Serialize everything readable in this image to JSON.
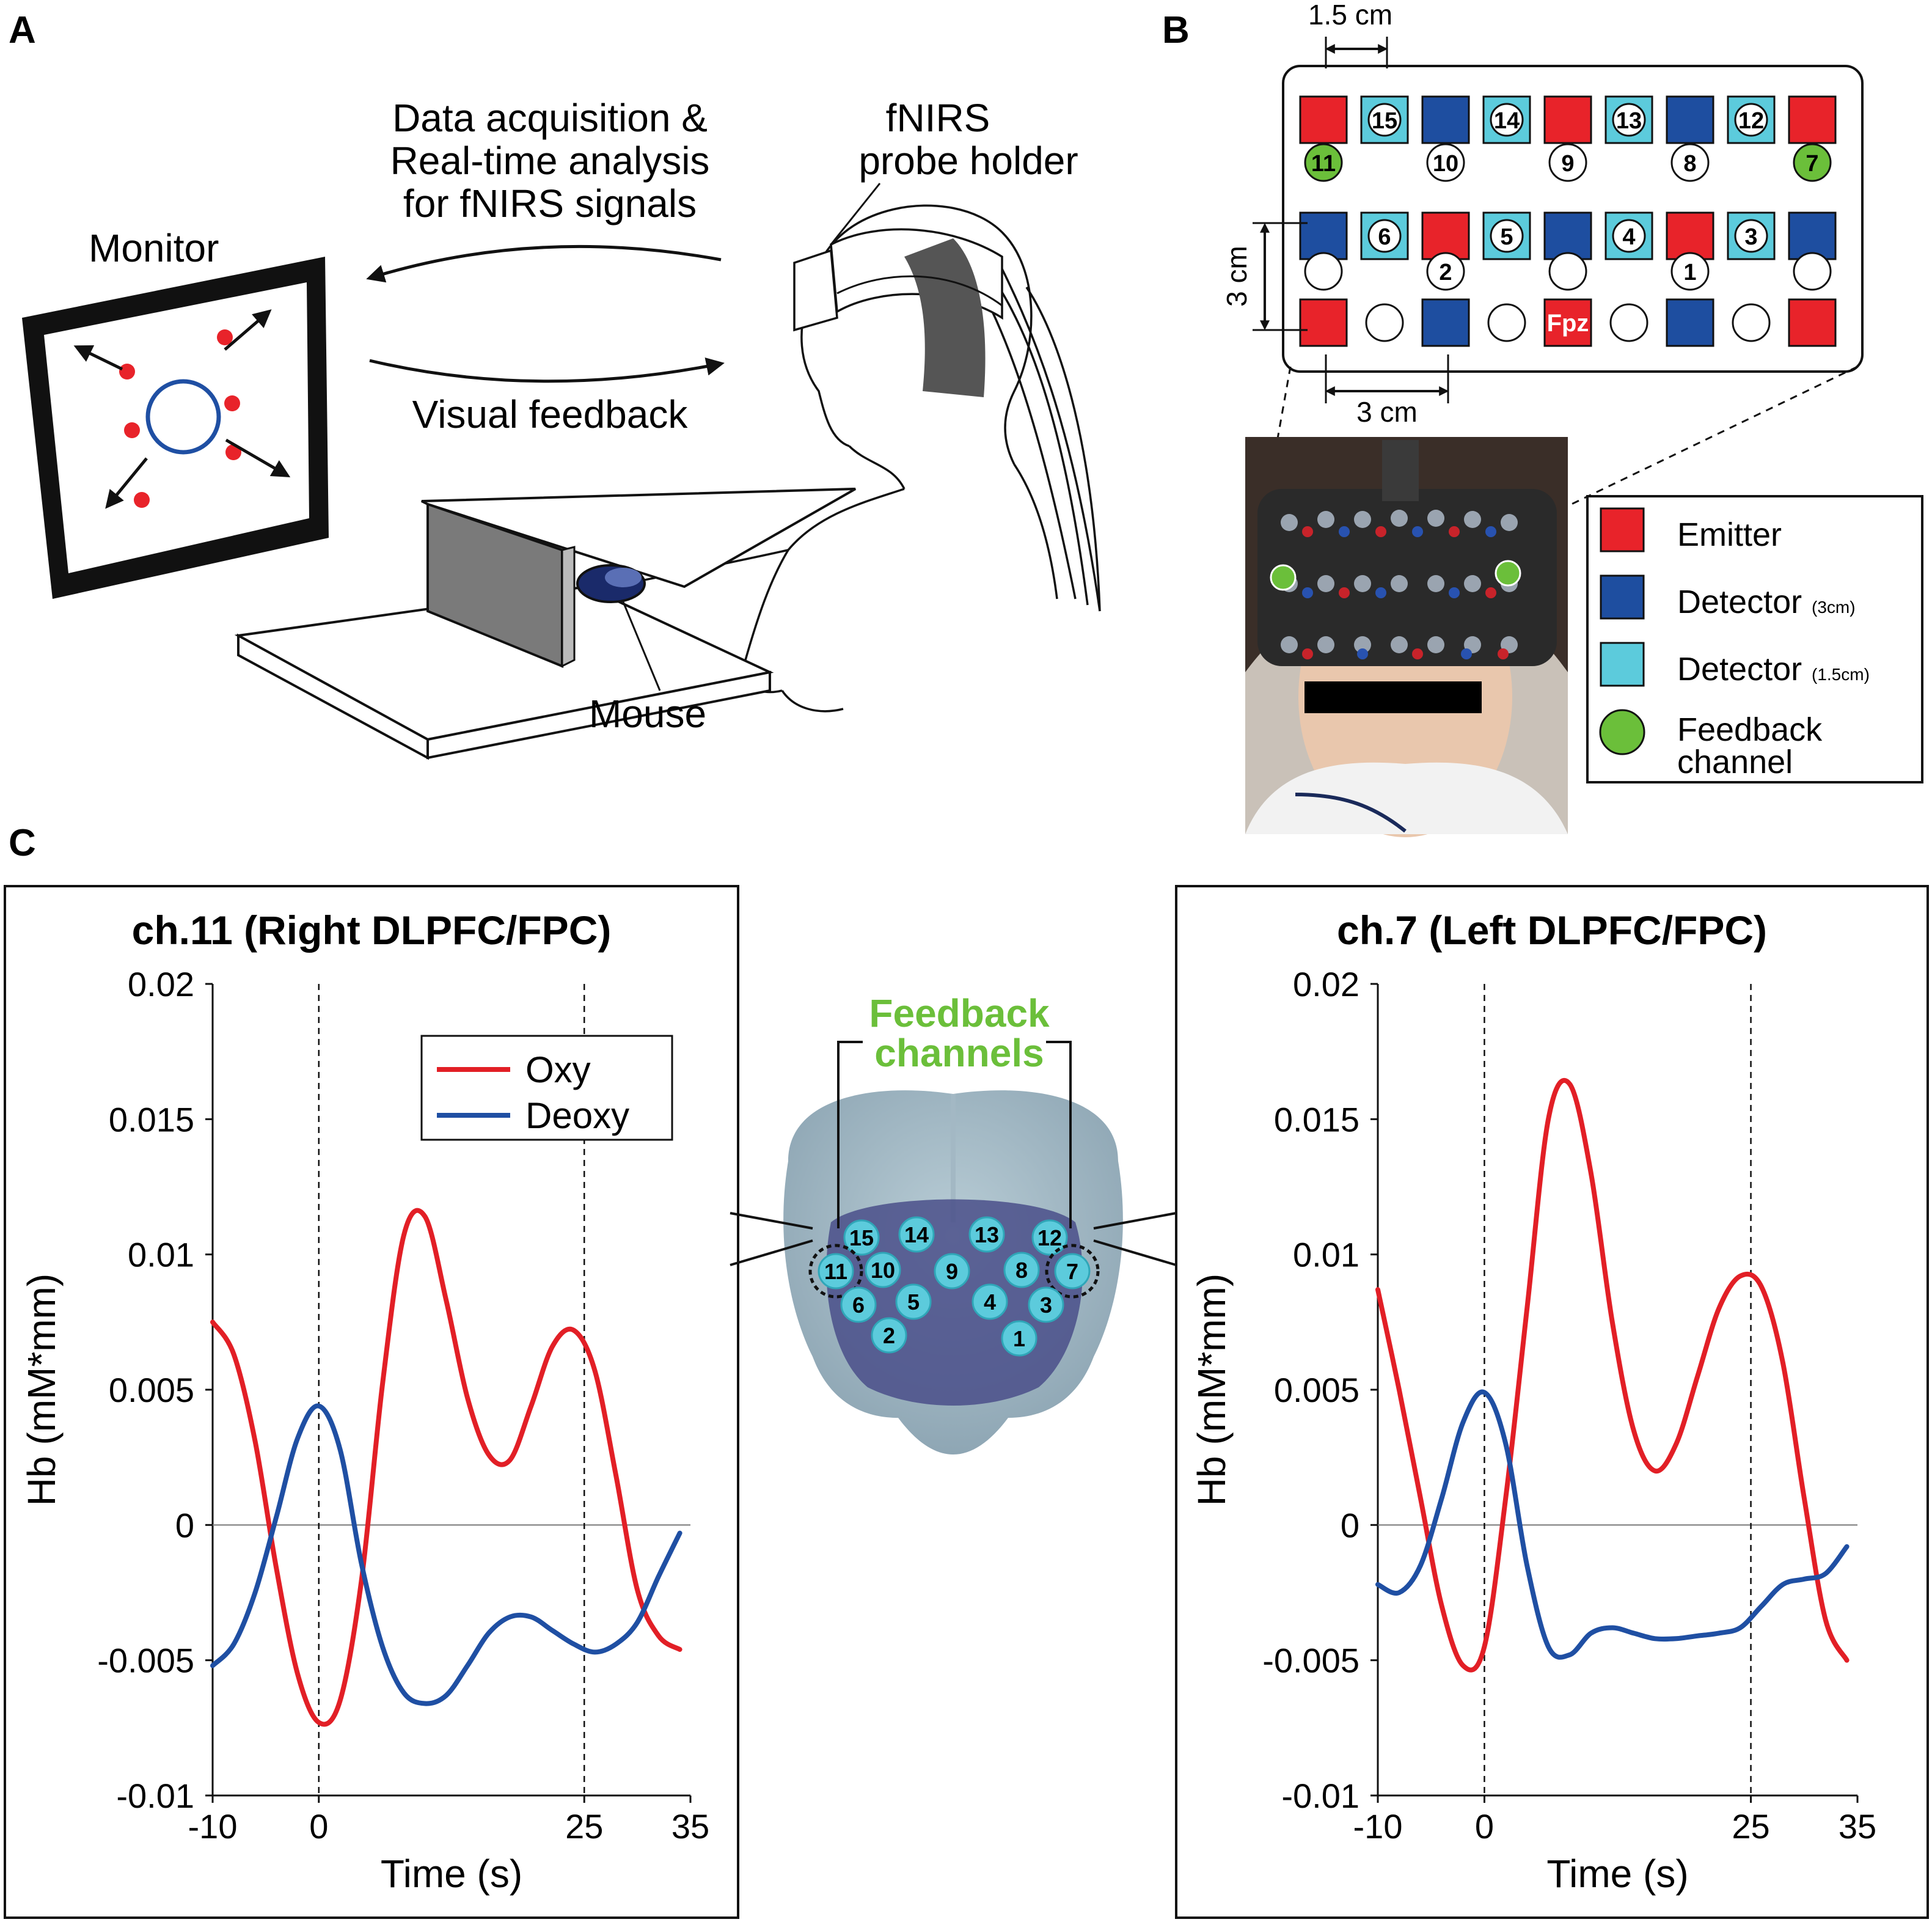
{
  "panels": {
    "a": "A",
    "b": "B",
    "c": "C"
  },
  "panel_a": {
    "monitor_label": "Monitor",
    "data_label_1": "Data acquisition &",
    "data_label_2": "Real-time analysis",
    "data_label_3": "for fNIRS signals",
    "probe_label_1": "fNIRS",
    "probe_label_2": "probe holder",
    "feedback_label": "Visual feedback",
    "mouse_label": "Mouse"
  },
  "panel_b": {
    "dim_top": "1.5 cm",
    "dim_side": "3 cm",
    "dim_bottom": "3 cm",
    "fpz_label": "Fpz",
    "grid_rows": [
      [
        "E",
        "S15",
        "D",
        "S14",
        "E",
        "S13",
        "D",
        "S12",
        "E"
      ],
      [
        "D",
        "S6",
        "E",
        "S5",
        "D",
        "S4",
        "E",
        "S3",
        "D"
      ],
      [
        "E",
        "",
        "D",
        "",
        "Fpz",
        "",
        "D",
        "",
        "E"
      ]
    ],
    "channel_row_1": [
      "11",
      "10",
      "9",
      "8",
      "7"
    ],
    "channel_row_2": [
      "",
      "2",
      "",
      "1",
      ""
    ],
    "feedback_channels": [
      "11",
      "7"
    ],
    "legend": [
      {
        "label": "Emitter",
        "sub": "",
        "color": "#e8232a"
      },
      {
        "label": "Detector",
        "sub": "(3cm)",
        "color": "#1e4ea0"
      },
      {
        "label": "Detector",
        "sub": "(1.5cm)",
        "color": "#5ccbdc"
      },
      {
        "label": "Feedback",
        "label2": "channel",
        "sub": "",
        "color": "#6bbf3a"
      }
    ]
  },
  "panel_c": {
    "brain_title_1": "Feedback",
    "brain_title_2": "channels",
    "brain_channels": [
      "15",
      "14",
      "13",
      "12",
      "11",
      "10",
      "9",
      "8",
      "7",
      "6",
      "5",
      "4",
      "3",
      "2",
      "1"
    ]
  },
  "chart_data": [
    {
      "type": "line",
      "title": "ch.11 (Right DLPFC/FPC)",
      "xlabel": "Time (s)",
      "ylabel": "Hb (mM*mm)",
      "xlim": [
        -10,
        35
      ],
      "ylim": [
        -0.01,
        0.02
      ],
      "xticks": [
        -10,
        0,
        25,
        35
      ],
      "yticks": [
        0.02,
        0.015,
        0.01,
        0.005,
        0,
        -0.005,
        -0.01
      ],
      "ytick_labels": [
        "0.02",
        "0.015",
        "0.01",
        "0.005",
        "0",
        "-0.005",
        "-0.01"
      ],
      "vlines": [
        0,
        25
      ],
      "legend_position": "top-right",
      "series": [
        {
          "name": "Oxy",
          "color": "#e21f26",
          "x": [
            -10,
            -8,
            -6,
            -4,
            -2,
            0,
            2,
            4,
            6,
            8,
            10,
            12,
            14,
            16,
            18,
            20,
            22,
            24,
            26,
            28,
            30,
            32,
            34
          ],
          "y": [
            0.0075,
            0.0063,
            0.0031,
            -0.0016,
            -0.0055,
            -0.0073,
            -0.0065,
            -0.0021,
            0.0052,
            0.0107,
            0.0114,
            0.0083,
            0.0047,
            0.0026,
            0.0024,
            0.0044,
            0.0066,
            0.0072,
            0.0057,
            0.0018,
            -0.0024,
            -0.0041,
            -0.0046
          ]
        },
        {
          "name": "Deoxy",
          "color": "#1f4fa3",
          "x": [
            -10,
            -8,
            -6,
            -4,
            -2,
            0,
            2,
            4,
            6,
            8,
            10,
            12,
            14,
            16,
            18,
            20,
            22,
            24,
            26,
            28,
            30,
            32,
            34
          ],
          "y": [
            -0.0052,
            -0.0044,
            -0.0025,
            0.0003,
            0.0032,
            0.0044,
            0.0028,
            -0.0014,
            -0.0045,
            -0.0062,
            -0.0066,
            -0.0063,
            -0.0052,
            -0.004,
            -0.0034,
            -0.0034,
            -0.0039,
            -0.0044,
            -0.0047,
            -0.0044,
            -0.0036,
            -0.0019,
            -0.0003
          ]
        }
      ]
    },
    {
      "type": "line",
      "title": "ch.7 (Left DLPFC/FPC)",
      "xlabel": "Time (s)",
      "ylabel": "Hb (mM*mm)",
      "xlim": [
        -10,
        35
      ],
      "ylim": [
        -0.01,
        0.02
      ],
      "xticks": [
        -10,
        0,
        25,
        35
      ],
      "yticks": [
        0.02,
        0.015,
        0.01,
        0.005,
        0,
        -0.005,
        -0.01
      ],
      "ytick_labels": [
        "0.02",
        "0.015",
        "0.01",
        "0.005",
        "0",
        "-0.005",
        "-0.01"
      ],
      "vlines": [
        0,
        25
      ],
      "series": [
        {
          "name": "Oxy",
          "color": "#e21f26",
          "x": [
            -10,
            -8,
            -6,
            -4,
            -2,
            0,
            2,
            4,
            6,
            8,
            10,
            12,
            14,
            16,
            18,
            20,
            22,
            24,
            26,
            28,
            30,
            32,
            34
          ],
          "y": [
            0.0087,
            0.005,
            0.001,
            -0.003,
            -0.0052,
            -0.0045,
            0.001,
            0.008,
            0.015,
            0.0163,
            0.013,
            0.0075,
            0.0035,
            0.002,
            0.003,
            0.0055,
            0.008,
            0.0092,
            0.0088,
            0.006,
            0.001,
            -0.0035,
            -0.005
          ]
        },
        {
          "name": "Deoxy",
          "color": "#1f4fa3",
          "x": [
            -10,
            -8,
            -6,
            -4,
            -2,
            0,
            2,
            4,
            6,
            8,
            10,
            12,
            14,
            16,
            18,
            20,
            22,
            24,
            26,
            28,
            30,
            32,
            34
          ],
          "y": [
            -0.0022,
            -0.0025,
            -0.0015,
            0.001,
            0.0038,
            0.0049,
            0.003,
            -0.0015,
            -0.0045,
            -0.0048,
            -0.004,
            -0.0038,
            -0.004,
            -0.0042,
            -0.0042,
            -0.0041,
            -0.004,
            -0.0038,
            -0.003,
            -0.0022,
            -0.002,
            -0.0018,
            -0.0008
          ]
        }
      ]
    }
  ]
}
